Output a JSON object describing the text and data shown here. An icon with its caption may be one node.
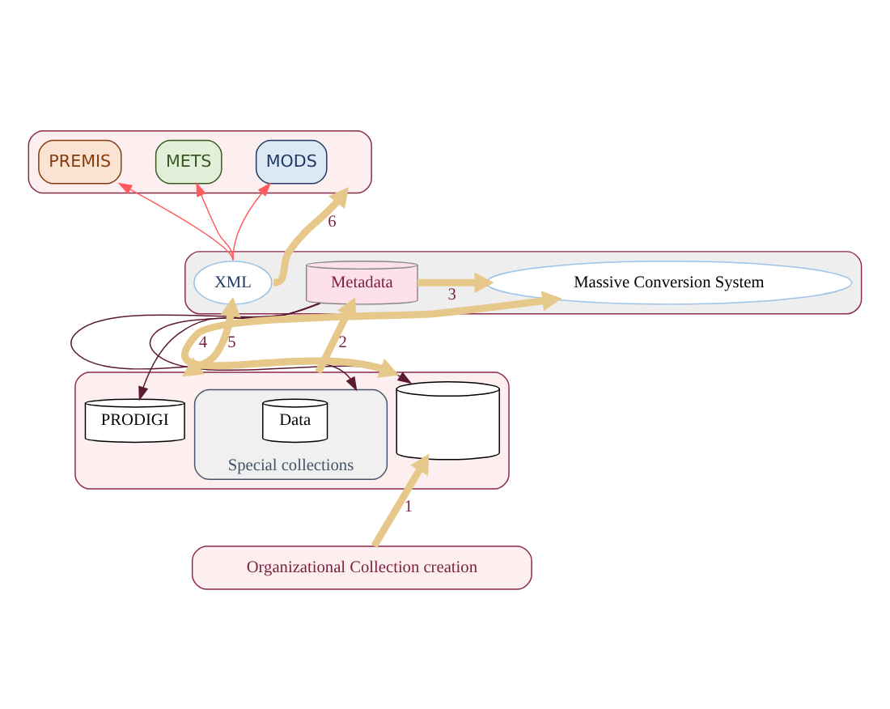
{
  "diagram": {
    "nodes": [
      {
        "text": [],
        "shape": "box"
      },
      {
        "text": [
          "MODS"
        ],
        "in": 0
      },
      {
        "text": [
          "PREMIS"
        ],
        "in": 0
      },
      {
        "text": [
          "METS"
        ],
        "in": 0
      },
      {
        "text": [],
        "shape": "box"
      },
      {
        "text": [
          "Metadata"
        ],
        "in": 4
      },
      {
        "text": [
          "Massive Conversion System"
        ],
        "in": 4
      },
      {
        "text": [
          "XML"
        ],
        "in": 4
      },
      {
        "text": [],
        "shape": "box"
      },
      {
        "text": [
          "Special collections"
        ],
        "in": 8
      },
      {
        "text": [
          "Data"
        ],
        "in": 9
      },
      {
        "text": [],
        "shape": "cylinder",
        "in": 8
      },
      {
        "text": [
          "PRODIGI"
        ],
        "in": 8
      },
      {
        "text": [
          "Organizational Collection creation"
        ]
      }
    ],
    "edges": [
      {
        "from": 13,
        "to": 11,
        "arrow": "to",
        "label": "1",
        "style": "thick"
      },
      {
        "from": 8,
        "to": 5,
        "arrow": "to",
        "label": "2",
        "style": "thick"
      },
      {
        "from": 5,
        "to": 6,
        "arrow": "to",
        "label": "3",
        "style": "thick"
      },
      {
        "from": 6,
        "to": 8,
        "arrow": "both",
        "label": "4",
        "style": "thick"
      },
      {
        "from": 7,
        "to": 8,
        "arrow": "both",
        "label": "5",
        "style": "thick"
      },
      {
        "from": 7,
        "to": 0,
        "arrow": "to",
        "label": "6",
        "style": "thick"
      },
      {
        "from": 7,
        "to": 1,
        "arrow": "to",
        "color": "#ff5a5f"
      },
      {
        "from": 7,
        "to": 2,
        "arrow": "to",
        "color": "#ff5a5f"
      },
      {
        "from": 7,
        "to": 3,
        "arrow": "to",
        "color": "#ff5a5f"
      },
      {
        "from": 5,
        "to": 9,
        "arrow": "to",
        "color": "#5c1a33"
      },
      {
        "from": 5,
        "to": 11,
        "arrow": "to",
        "color": "#5c1a33"
      },
      {
        "from": 5,
        "to": 12,
        "arrow": "to",
        "color": "#5c1a33"
      }
    ]
  }
}
